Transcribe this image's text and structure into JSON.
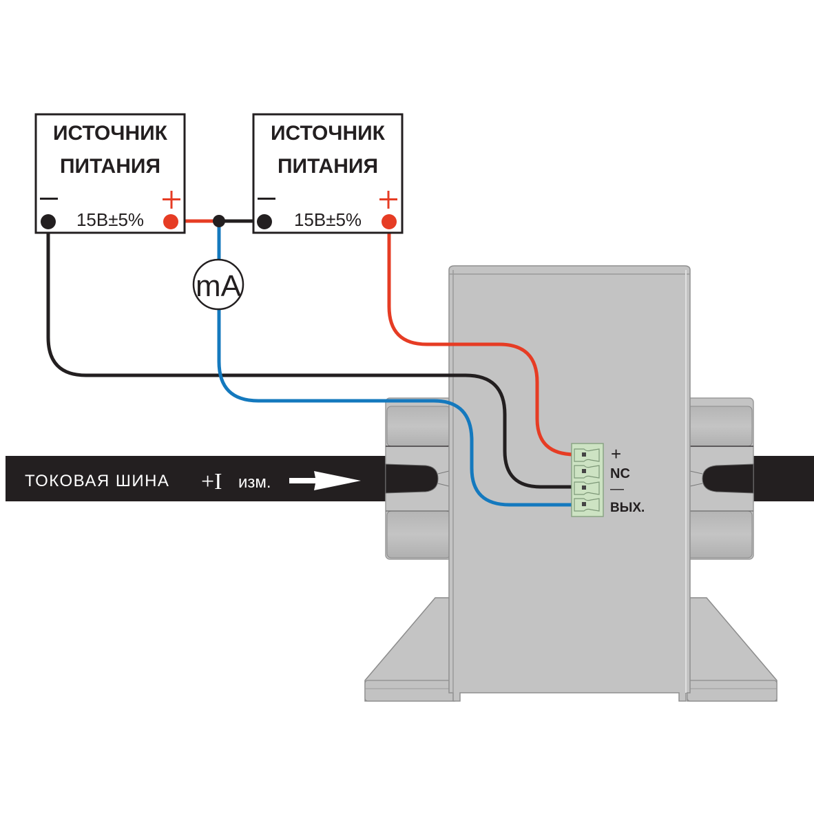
{
  "colors": {
    "wire_red": "#e63c24",
    "wire_black": "#231f20",
    "wire_blue": "#1479be",
    "device_body": "#c3c3c3",
    "connector": "#cde3c3",
    "busbar": "#231f20"
  },
  "power_supply_1": {
    "title_line1": "ИСТОЧНИК",
    "title_line2": "ПИТАНИЯ",
    "minus": "—",
    "plus": "+",
    "voltage": "15В±5%"
  },
  "power_supply_2": {
    "title_line1": "ИСТОЧНИК",
    "title_line2": "ПИТАНИЯ",
    "minus": "—",
    "plus": "+",
    "voltage": "15В±5%"
  },
  "meter": {
    "label": "mA",
    "icon": "milliammeter-icon"
  },
  "busbar": {
    "label": "ТОКОВАЯ ШИНА",
    "current_sign": "+I",
    "current_suffix": "изм.",
    "arrow_icon": "right-arrow-icon"
  },
  "connector": {
    "pins": [
      {
        "label": "+",
        "wire": "red"
      },
      {
        "label": "NC",
        "wire": "none"
      },
      {
        "label": "—",
        "wire": "black"
      },
      {
        "label": "ВЫХ.",
        "wire": "blue"
      }
    ]
  }
}
